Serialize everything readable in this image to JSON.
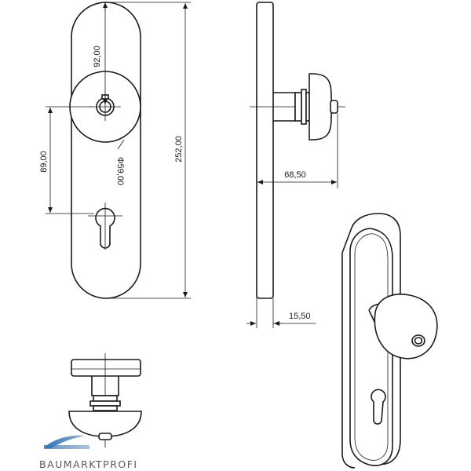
{
  "dimensions": {
    "rosette_center_offset": "92,00",
    "knob_to_keyhole": "89,00",
    "plate_height": "252,00",
    "knob_diameter": "Φ59,00",
    "knob_projection": "68,50",
    "plate_thickness": "15,50"
  },
  "branding": {
    "logo_text": "BAUMARKTPROFI",
    "accent_color": "#2f6fb4"
  }
}
